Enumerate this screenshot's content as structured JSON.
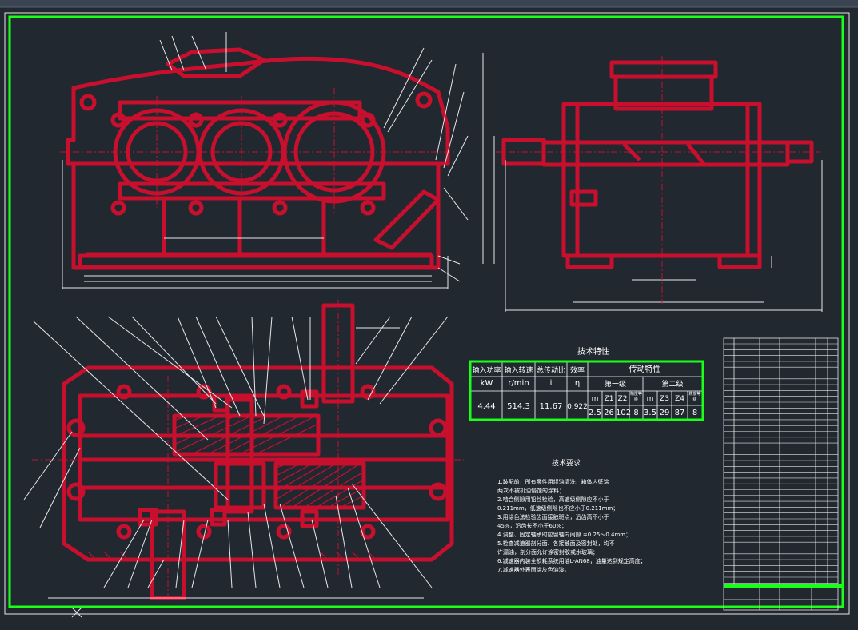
{
  "colors": {
    "background": "#212830",
    "border": "#19ff19",
    "drawing": "#c8102e",
    "lines": "#ffffff",
    "dims": "#e8e8e8"
  },
  "char_table": {
    "title": "技术特性",
    "head": {
      "power": "输入功率",
      "power_unit": "kW",
      "speed": "输入转速",
      "speed_unit": "r/min",
      "ratio": "总传动比",
      "ratio_sym": "i",
      "eff": "效率",
      "eff_sym": "η",
      "trans": "传动特性",
      "stage1": "第一级",
      "stage2": "第二级",
      "cols": [
        "m",
        "Z1",
        "Z2",
        "精度等级",
        "m",
        "Z3",
        "Z4",
        "精度等级"
      ]
    },
    "values": {
      "power": "4.44",
      "speed": "514.3",
      "ratio": "11.67",
      "eff": "0.922",
      "stage": [
        "2.5",
        "26",
        "102",
        "8",
        "3.5",
        "29",
        "87",
        "8"
      ]
    }
  },
  "requirements": {
    "title": "技术要求",
    "items": [
      "1.装配前，所有零件用煤油清洗，箱体内壁涂",
      "  两次不被机油侵蚀的涂料；",
      "2.啮合侧隙用铅丝检验，高速级侧隙应不小于",
      "  0.211mm，低速级侧隙也不应小于0.211mm；",
      "3.用涂色法检验齿面接触斑点，沿齿高不小于",
      "  45%，沿齿长不小于60%；",
      "4.调整、固定轴承时应留轴向间隙  =0.25～0.4mm；",
      "5.检查减速器剖分面、各接触面及密封处，均不",
      "  许漏油，剖分面允许涂密封胶或水玻璃；",
      "6.减速器内装全损耗系统用油L-AN68，油量达到规定高度；",
      "7.减速器外表面涂灰色油漆。"
    ]
  }
}
